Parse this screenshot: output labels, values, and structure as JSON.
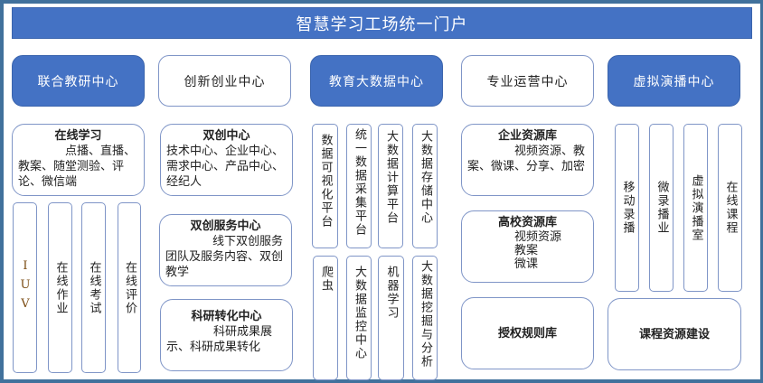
{
  "title": "智慧学习工场统一门户",
  "headers": [
    "联合教研中心",
    "创新创业中心",
    "教育大数据中心",
    "专业运营中心",
    "虚拟演播中心"
  ],
  "col1": {
    "online_learning": {
      "title": "在线学习",
      "body": "点播、直播、教案、随堂测验、评论、微信端"
    },
    "verticals": [
      "IUV",
      "在线作业",
      "在线考试",
      "在线评价"
    ]
  },
  "col2": [
    {
      "title": "双创中心",
      "body": "技术中心、企业中心、需求中心、产品中心、经纪人"
    },
    {
      "title": "双创服务中心",
      "body": "线下双创服务团队及服务内容、双创教学"
    },
    {
      "title": "科研转化中心",
      "body": "科研成果展示、科研成果转化"
    }
  ],
  "col3": {
    "top": [
      "数据可视化平台",
      "统一数据采集平台",
      "大数据计算平台",
      "大数据存储中心"
    ],
    "bottom": [
      "爬虫",
      "大数据监控中心",
      "机器学习",
      "大数据挖掘与分析"
    ]
  },
  "col4": [
    {
      "title": "企业资源库",
      "body": "视频资源、教案、微课、分享、加密"
    },
    {
      "title": "高校资源库",
      "lines": [
        "视频资源",
        "教案",
        "微课"
      ]
    },
    {
      "title": "授权规则库"
    }
  ],
  "col5": {
    "verticals": [
      "移动录播",
      "微录播业",
      "虚拟演播室",
      "在线课程"
    ],
    "bottom": "课程资源建设"
  }
}
